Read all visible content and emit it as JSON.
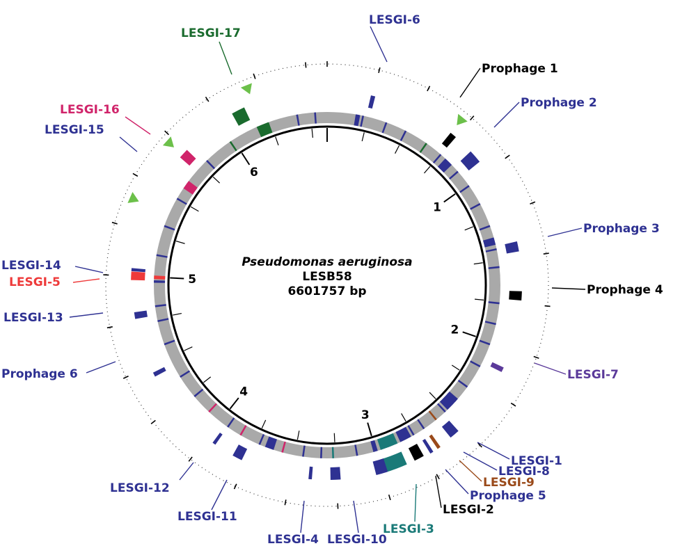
{
  "genome": {
    "species": "Pseudomonas aeruginosa",
    "strain": "LESB58",
    "size_label": "6601757 bp",
    "length_bp": 6601757
  },
  "colors": {
    "lesgi": "#2e3192",
    "lesgi_alt": "#5b3a9a",
    "prophage": "#000000",
    "green_island": "#1a6b2e",
    "magenta_island": "#d0246a",
    "red_island": "#ee3a3a",
    "teal_island": "#1a7a78",
    "brown_island": "#9a4a1a",
    "backbone": "#a9a9a9",
    "triangle": "#6cc04a"
  },
  "axis": {
    "ticks": [
      {
        "label": "1",
        "mb": 1
      },
      {
        "label": "2",
        "mb": 2
      },
      {
        "label": "3",
        "mb": 3
      },
      {
        "label": "4",
        "mb": 4
      },
      {
        "label": "5",
        "mb": 5
      },
      {
        "label": "6",
        "mb": 6
      }
    ]
  },
  "regions": [
    {
      "label": "LESGI-6",
      "color": "#2e3192",
      "angle": 11
    },
    {
      "label": "Prophage 1",
      "color": "#000000",
      "angle": 37
    },
    {
      "label": "Prophage 2",
      "color": "#2e3192",
      "angle": 47
    },
    {
      "label": "Prophage 3",
      "color": "#2e3192",
      "angle": 76
    },
    {
      "label": "Prophage 4",
      "color": "#000000",
      "angle": 93
    },
    {
      "label": "LESGI-7",
      "color": "#5b3a9a",
      "angle": 115
    },
    {
      "label": "LESGI-1",
      "color": "#2e3192",
      "angle": 141
    },
    {
      "label": "LESGI-8",
      "color": "#2e3192",
      "angle": 145
    },
    {
      "label": "LESGI-9",
      "color": "#9a4a1a",
      "angle": 149
    },
    {
      "label": "Prophage 5",
      "color": "#2e3192",
      "angle": 152
    },
    {
      "label": "LESGI-2",
      "color": "#000000",
      "angle": 156
    },
    {
      "label": "LESGI-3",
      "color": "#1a7a78",
      "angle": 163
    },
    {
      "label": "LESGI-10",
      "color": "#2e3192",
      "angle": 176
    },
    {
      "label": "LESGI-4",
      "color": "#2e3192",
      "angle": 185
    },
    {
      "label": "LESGI-11",
      "color": "#2e3192",
      "angle": 207
    },
    {
      "label": "LESGI-12",
      "color": "#2e3192",
      "angle": 220
    },
    {
      "label": "Prophage 6",
      "color": "#2e3192",
      "angle": 244
    },
    {
      "label": "LESGI-13",
      "color": "#2e3192",
      "angle": 260
    },
    {
      "label": "LESGI-5",
      "color": "#ee3a3a",
      "angle": 272
    },
    {
      "label": "LESGI-14",
      "color": "#2e3192",
      "angle": 275
    },
    {
      "label": "LESGI-15",
      "color": "#2e3192",
      "angle": 303
    },
    {
      "label": "LESGI-16",
      "color": "#d0246a",
      "angle": 310
    },
    {
      "label": "LESGI-17",
      "color": "#1a6b2e",
      "angle": 334
    }
  ]
}
